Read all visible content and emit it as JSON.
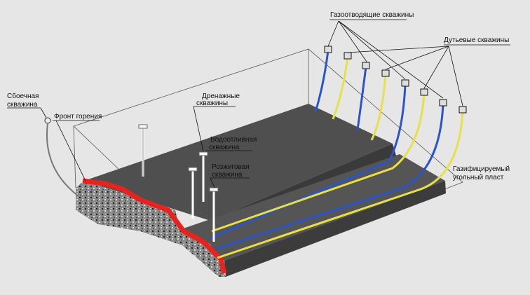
{
  "labels": {
    "gas_outlet_wells": "Газоотводящие скважины",
    "blow_wells": "Дутьевые скважины",
    "drainage_wells_l1": "Дренажные",
    "drainage_wells_l2": "скважины",
    "candle_well_l1": "Сбоечная",
    "candle_well_l2": "скважина",
    "burn_front": "Фронт горения",
    "dewatering_well_l1": "Водоотливная",
    "dewatering_well_l2": "скважина",
    "ignition_well_l1": "Розжиговая",
    "ignition_well_l2": "скважина",
    "gasified_seam_l1": "Газифицируемый",
    "gasified_seam_l2": "угольный пласт"
  },
  "colors": {
    "background": "#e6e6e6",
    "coal_seam": "#4a4a4a",
    "coal_top": "#555555",
    "blow_pipe": "#2a55c8",
    "gas_pipe": "#e8e04a",
    "burn_front": "#e8231e",
    "rubble": "#7a7a7a"
  }
}
